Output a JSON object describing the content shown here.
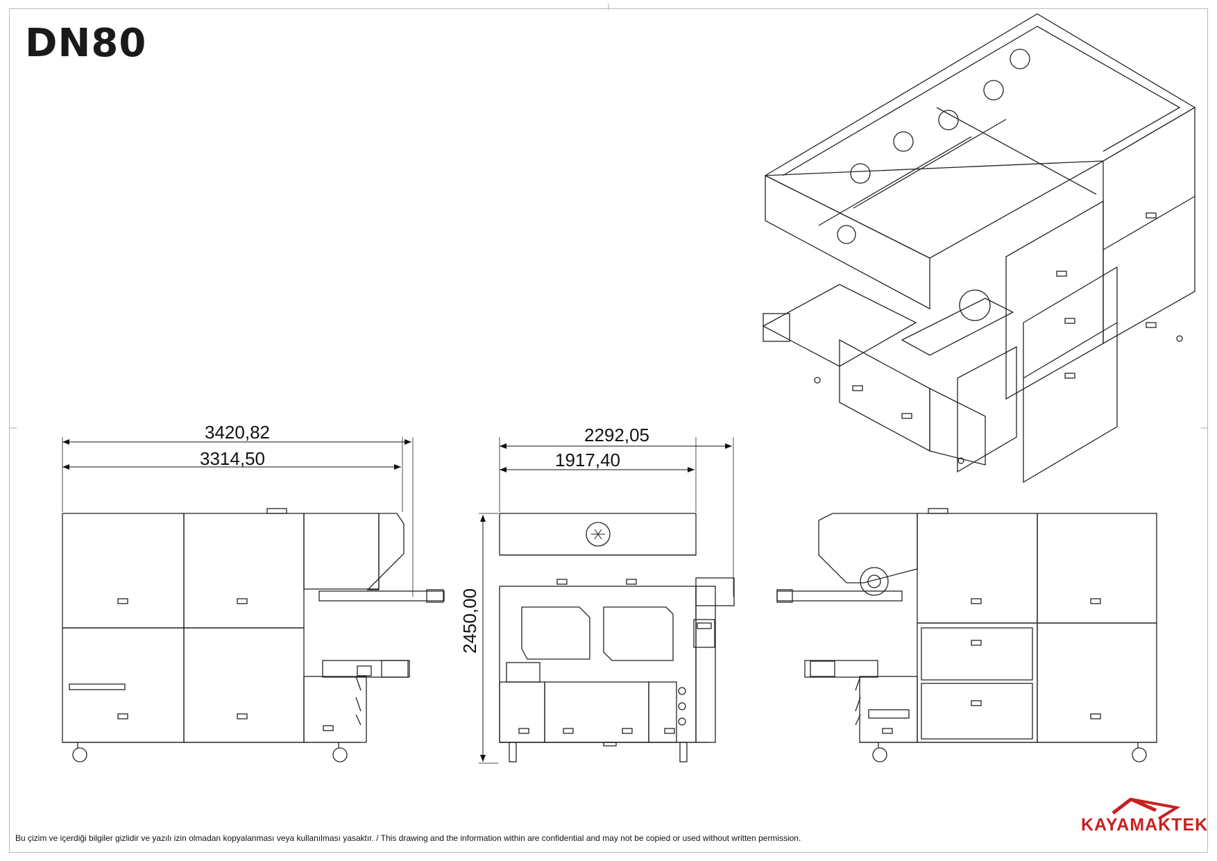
{
  "title": "DN80",
  "dimensions": {
    "side_overall_width": "3420,82",
    "side_body_width": "3314,50",
    "front_overall_width": "2292,05",
    "front_body_width": "1917,40",
    "overall_height": "2450,00"
  },
  "views": [
    "isometric-view",
    "side-view",
    "front-view",
    "rear-view"
  ],
  "footer": {
    "notice": "Bu çizim ve içerdiği bilgiler gizlidir ve yazılı izin olmadan kopyalanması veya kullanılması yasaktır. / This drawing and the information within are confidential and may not be copied or used without written permission."
  },
  "logo": {
    "text": "KAYAMAKTEK",
    "color": "#c8201f"
  }
}
